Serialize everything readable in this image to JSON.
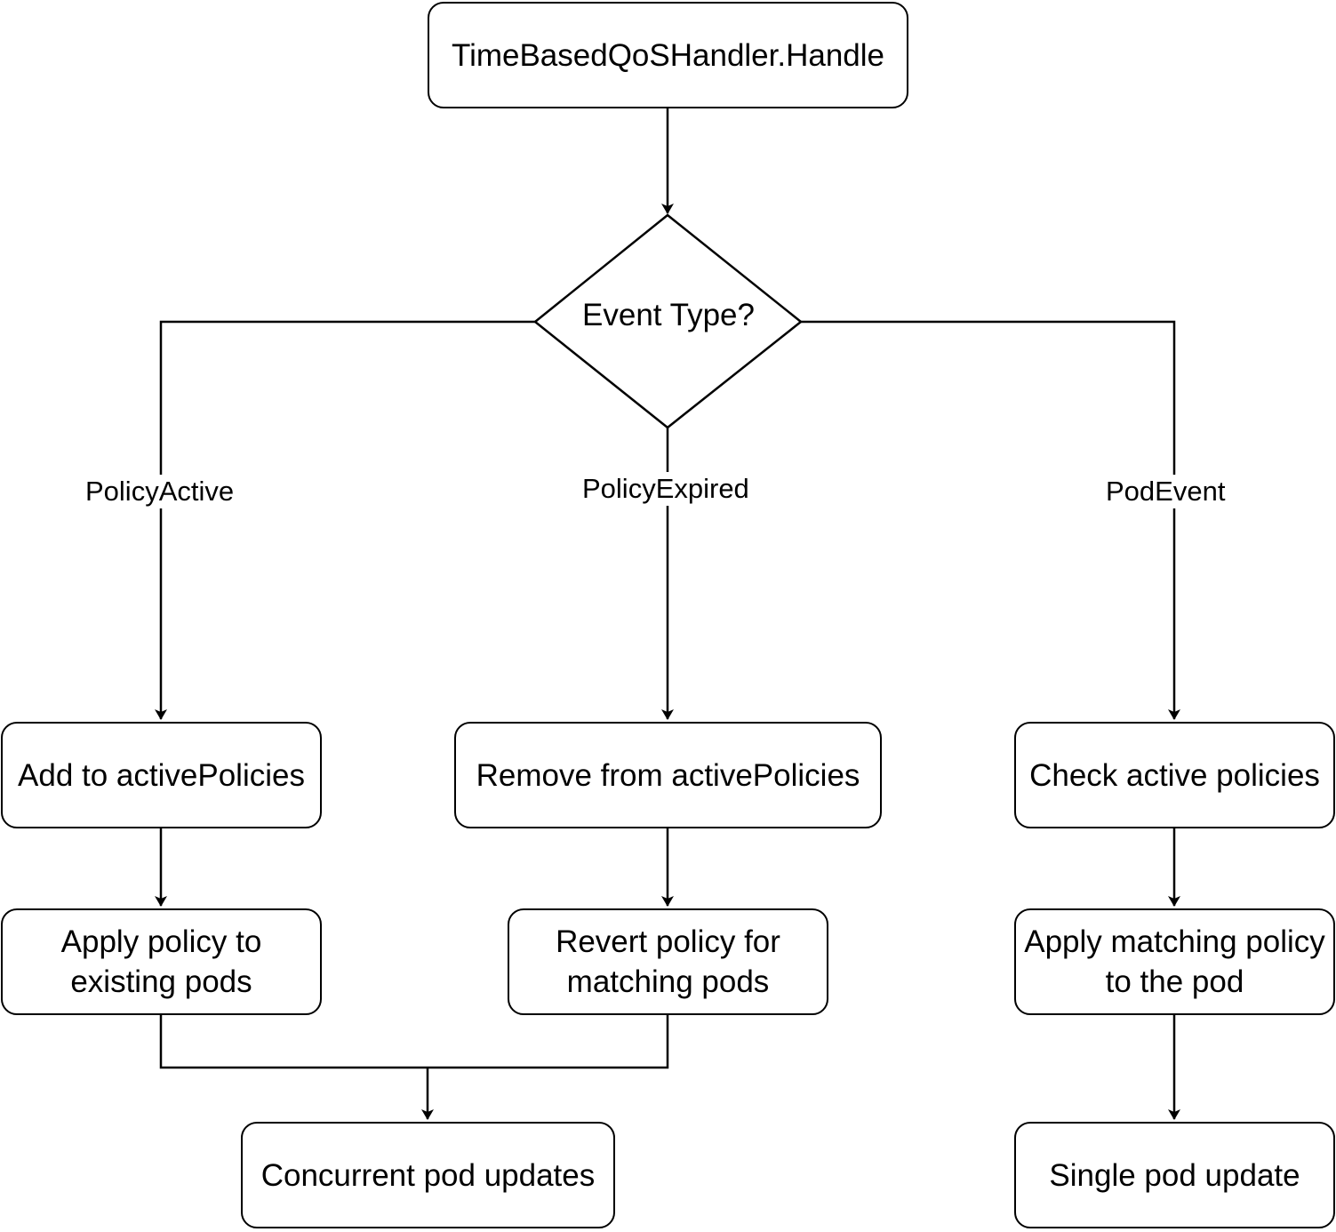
{
  "diagram": {
    "start": "TimeBasedQoSHandler.Handle",
    "decision": "Event Type?",
    "edge_labels": {
      "policy_active": "PolicyActive",
      "policy_expired": "PolicyExpired",
      "pod_event": "PodEvent"
    },
    "nodes": {
      "add_active": "Add to activePolicies",
      "apply_existing": "Apply policy to\nexisting pods",
      "remove_active": "Remove from activePolicies",
      "revert_policy": "Revert policy for\nmatching pods",
      "check_active": "Check active policies",
      "apply_matching": "Apply matching policy\nto the pod",
      "concurrent_updates": "Concurrent pod updates",
      "single_update": "Single pod update"
    }
  }
}
